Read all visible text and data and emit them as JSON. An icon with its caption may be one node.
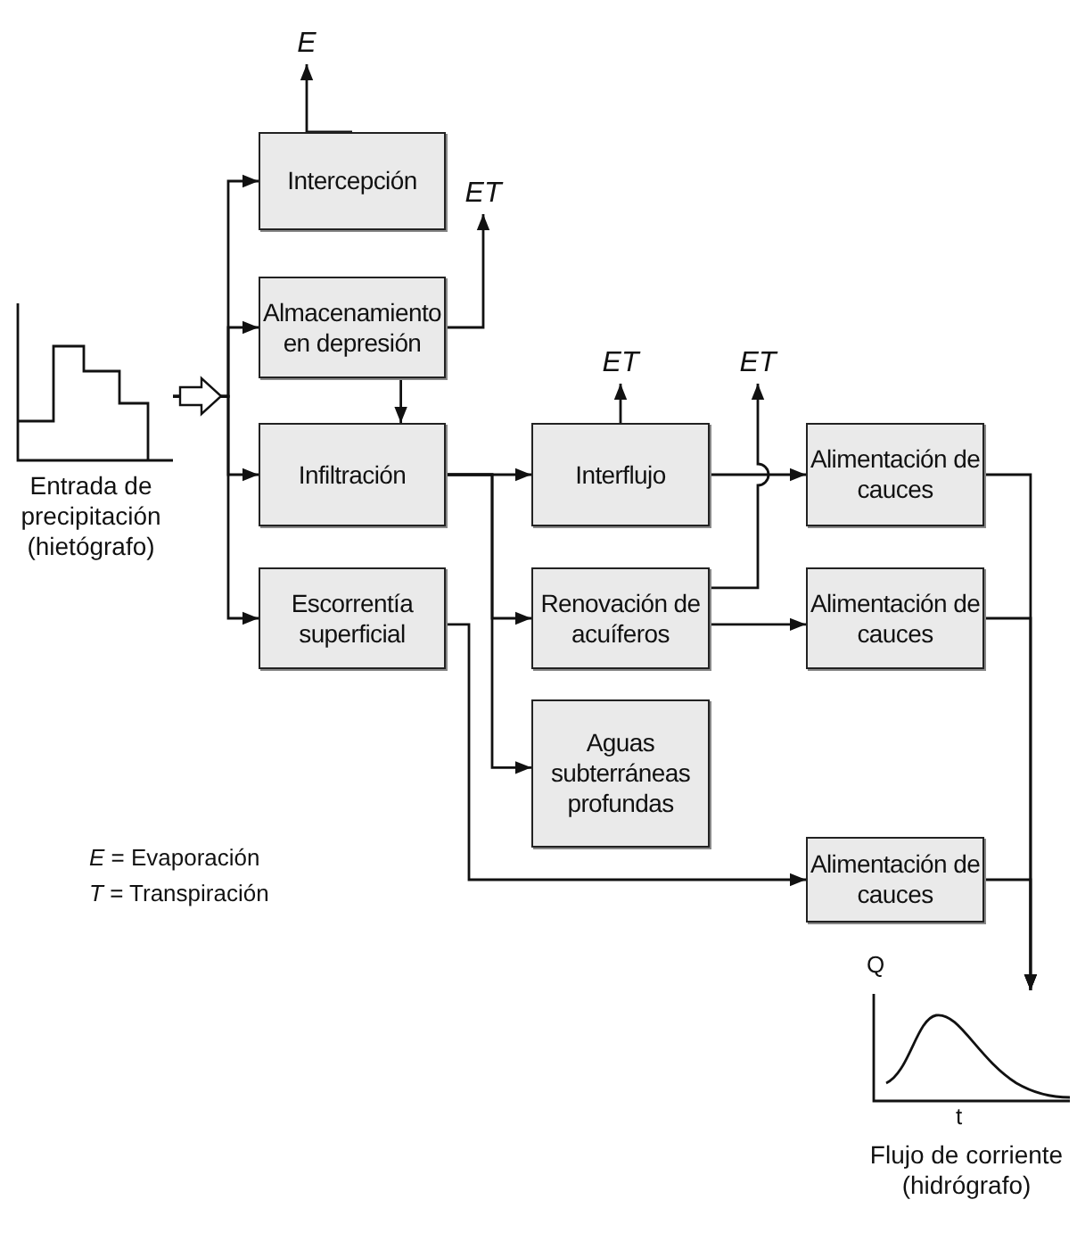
{
  "diagram": {
    "nodes": [
      {
        "text": [
          "Entrada de precipitación (hietógrafo)"
        ]
      },
      {
        "text": [
          "E"
        ]
      },
      {
        "text": [
          "Intercepción"
        ]
      },
      {
        "text": [
          "ET"
        ]
      },
      {
        "text": [
          "Almacenamiento en depresión"
        ]
      },
      {
        "text": [
          "Infiltración"
        ]
      },
      {
        "text": [
          "Escorrentía superficial"
        ]
      },
      {
        "text": [
          "ET"
        ]
      },
      {
        "text": [
          "ET"
        ]
      },
      {
        "text": [
          "Interflujo"
        ]
      },
      {
        "text": [
          "Alimentación de cauces"
        ]
      },
      {
        "text": [
          "Renovación de acuíferos"
        ]
      },
      {
        "text": [
          "Alimentación de cauces"
        ]
      },
      {
        "text": [
          "Aguas subterráneas profundas"
        ]
      },
      {
        "text": [
          "Alimentación de cauces"
        ]
      },
      {
        "text": [
          "Flujo de corriente (hidrógrafo)"
        ]
      }
    ],
    "edges": [
      {
        "from": 0,
        "to": 2,
        "arrow": "to"
      },
      {
        "from": 0,
        "to": 4,
        "arrow": "to"
      },
      {
        "from": 0,
        "to": 5,
        "arrow": "to"
      },
      {
        "from": 0,
        "to": 6,
        "arrow": "to"
      },
      {
        "from": 2,
        "to": 1,
        "arrow": "to"
      },
      {
        "from": 4,
        "to": 3,
        "arrow": "to"
      },
      {
        "from": 4,
        "to": 5,
        "arrow": "to"
      },
      {
        "from": 5,
        "to": 9,
        "arrow": "to"
      },
      {
        "from": 5,
        "to": 11,
        "arrow": "to"
      },
      {
        "from": 5,
        "to": 13,
        "arrow": "to"
      },
      {
        "from": 9,
        "to": 7,
        "arrow": "to"
      },
      {
        "from": 9,
        "to": 10,
        "arrow": "to"
      },
      {
        "from": 11,
        "to": 8,
        "arrow": "to"
      },
      {
        "from": 11,
        "to": 12,
        "arrow": "to"
      },
      {
        "from": 6,
        "to": 14,
        "arrow": "to"
      },
      {
        "from": 10,
        "to": 15,
        "arrow": "to"
      },
      {
        "from": 12,
        "to": 15,
        "arrow": "to"
      },
      {
        "from": 14,
        "to": 15,
        "arrow": "to"
      }
    ],
    "labels": [
      "Q",
      "t",
      "*E* = Evaporación",
      "*T* = Transpiración"
    ]
  }
}
